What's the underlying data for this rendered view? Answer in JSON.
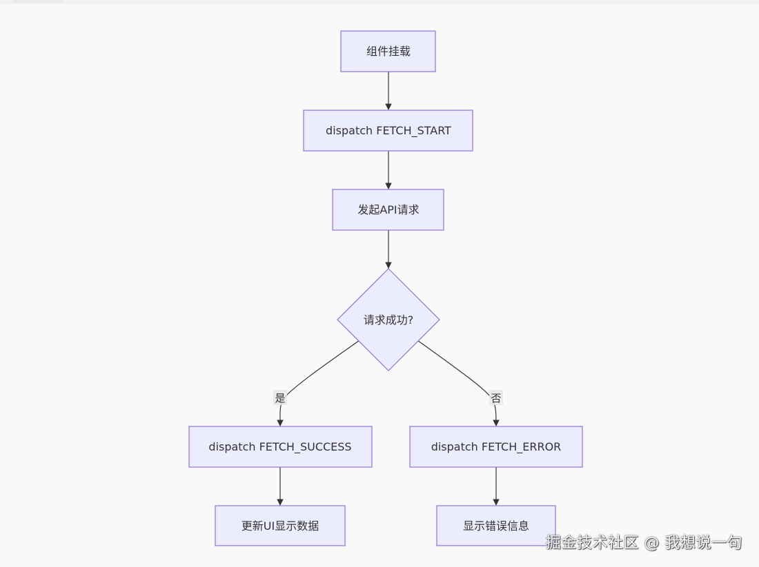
{
  "diagram": {
    "nodes": {
      "mount": "组件挂载",
      "fetch_start": "dispatch FETCH_START",
      "api_request": "发起API请求",
      "decision": "请求成功?",
      "fetch_success": "dispatch FETCH_SUCCESS",
      "fetch_error": "dispatch FETCH_ERROR",
      "update_ui": "更新UI显示数据",
      "show_error": "显示错误信息"
    },
    "edge_labels": {
      "yes": "是",
      "no": "否"
    },
    "colors": {
      "node_fill": "#ECECFF",
      "node_stroke": "#9370DB",
      "edge": "#333333",
      "text": "#333333"
    }
  },
  "watermark": "掘金技术社区 @ 我想说一句"
}
